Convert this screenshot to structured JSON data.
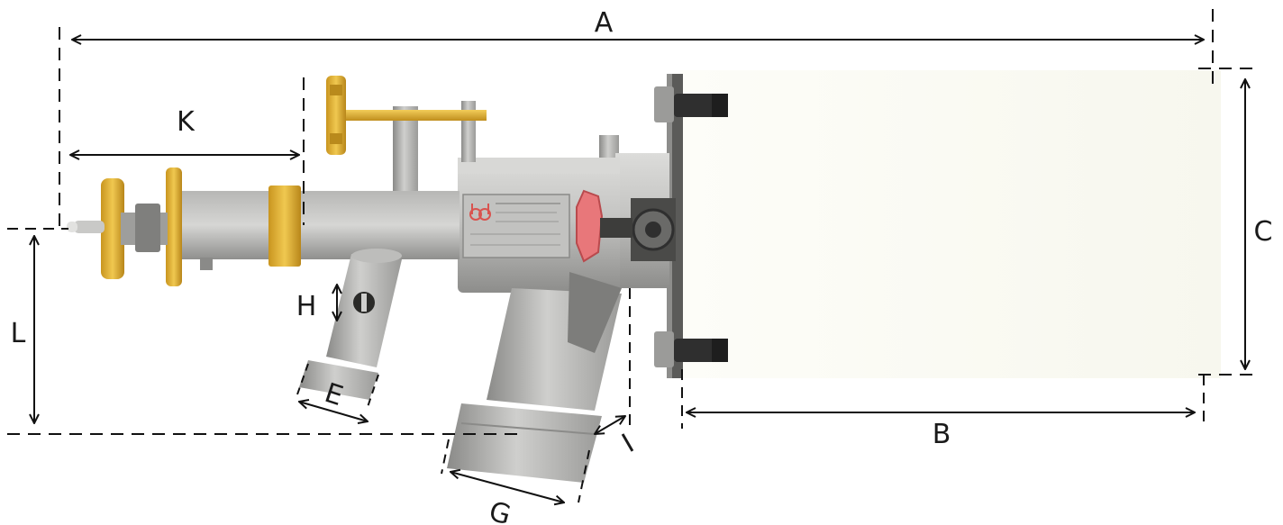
{
  "dimensions": {
    "A": "A",
    "B": "B",
    "C": "C",
    "E": "E",
    "G": "G",
    "H": "H",
    "I": "I",
    "K": "K",
    "L": "L"
  },
  "colors": {
    "steel_light": "#c9c9c7",
    "steel_mid": "#a9a9a7",
    "steel_dark": "#7d7d7b",
    "brass": "#e1b43a",
    "brass_dark": "#b98a1c",
    "red_handle": "#e8777a",
    "bolt_dark": "#2f2f2f",
    "flange_fill": "#fbfbf5"
  },
  "icons": [
    "hex-bolt-icon",
    "handwheel-icon",
    "nameplate-logo"
  ]
}
